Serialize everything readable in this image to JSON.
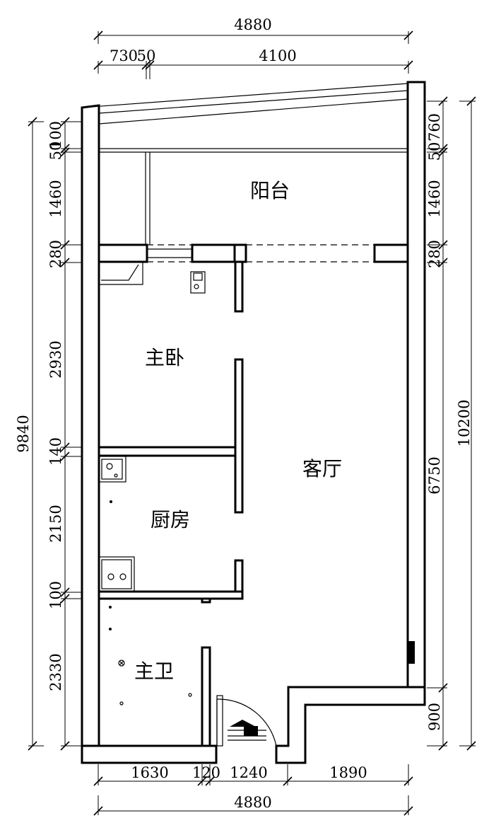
{
  "rooms": {
    "balcony": "阳台",
    "master_bedroom": "主卧",
    "living_room": "客厅",
    "kitchen": "厨房",
    "master_bath": "主卫"
  },
  "dims": {
    "top_total": "4880",
    "top_left_a": "730",
    "top_left_b": "50",
    "top_right": "4100",
    "bottom_a": "1630",
    "bottom_b": "120",
    "bottom_c": "1240",
    "bottom_d": "1890",
    "bottom_total": "4880",
    "left_total": "9840",
    "left_100": "100",
    "left_50": "50",
    "left_1460": "1460",
    "left_280": "280",
    "left_2930": "2930",
    "left_140": "140",
    "left_2150": "2150",
    "left_100b": "100",
    "left_2330": "2330",
    "right_total": "10200",
    "right_760": "760",
    "right_50": "50",
    "right_1460": "1460",
    "right_280": "280",
    "right_6750": "6750",
    "right_900": "900"
  }
}
